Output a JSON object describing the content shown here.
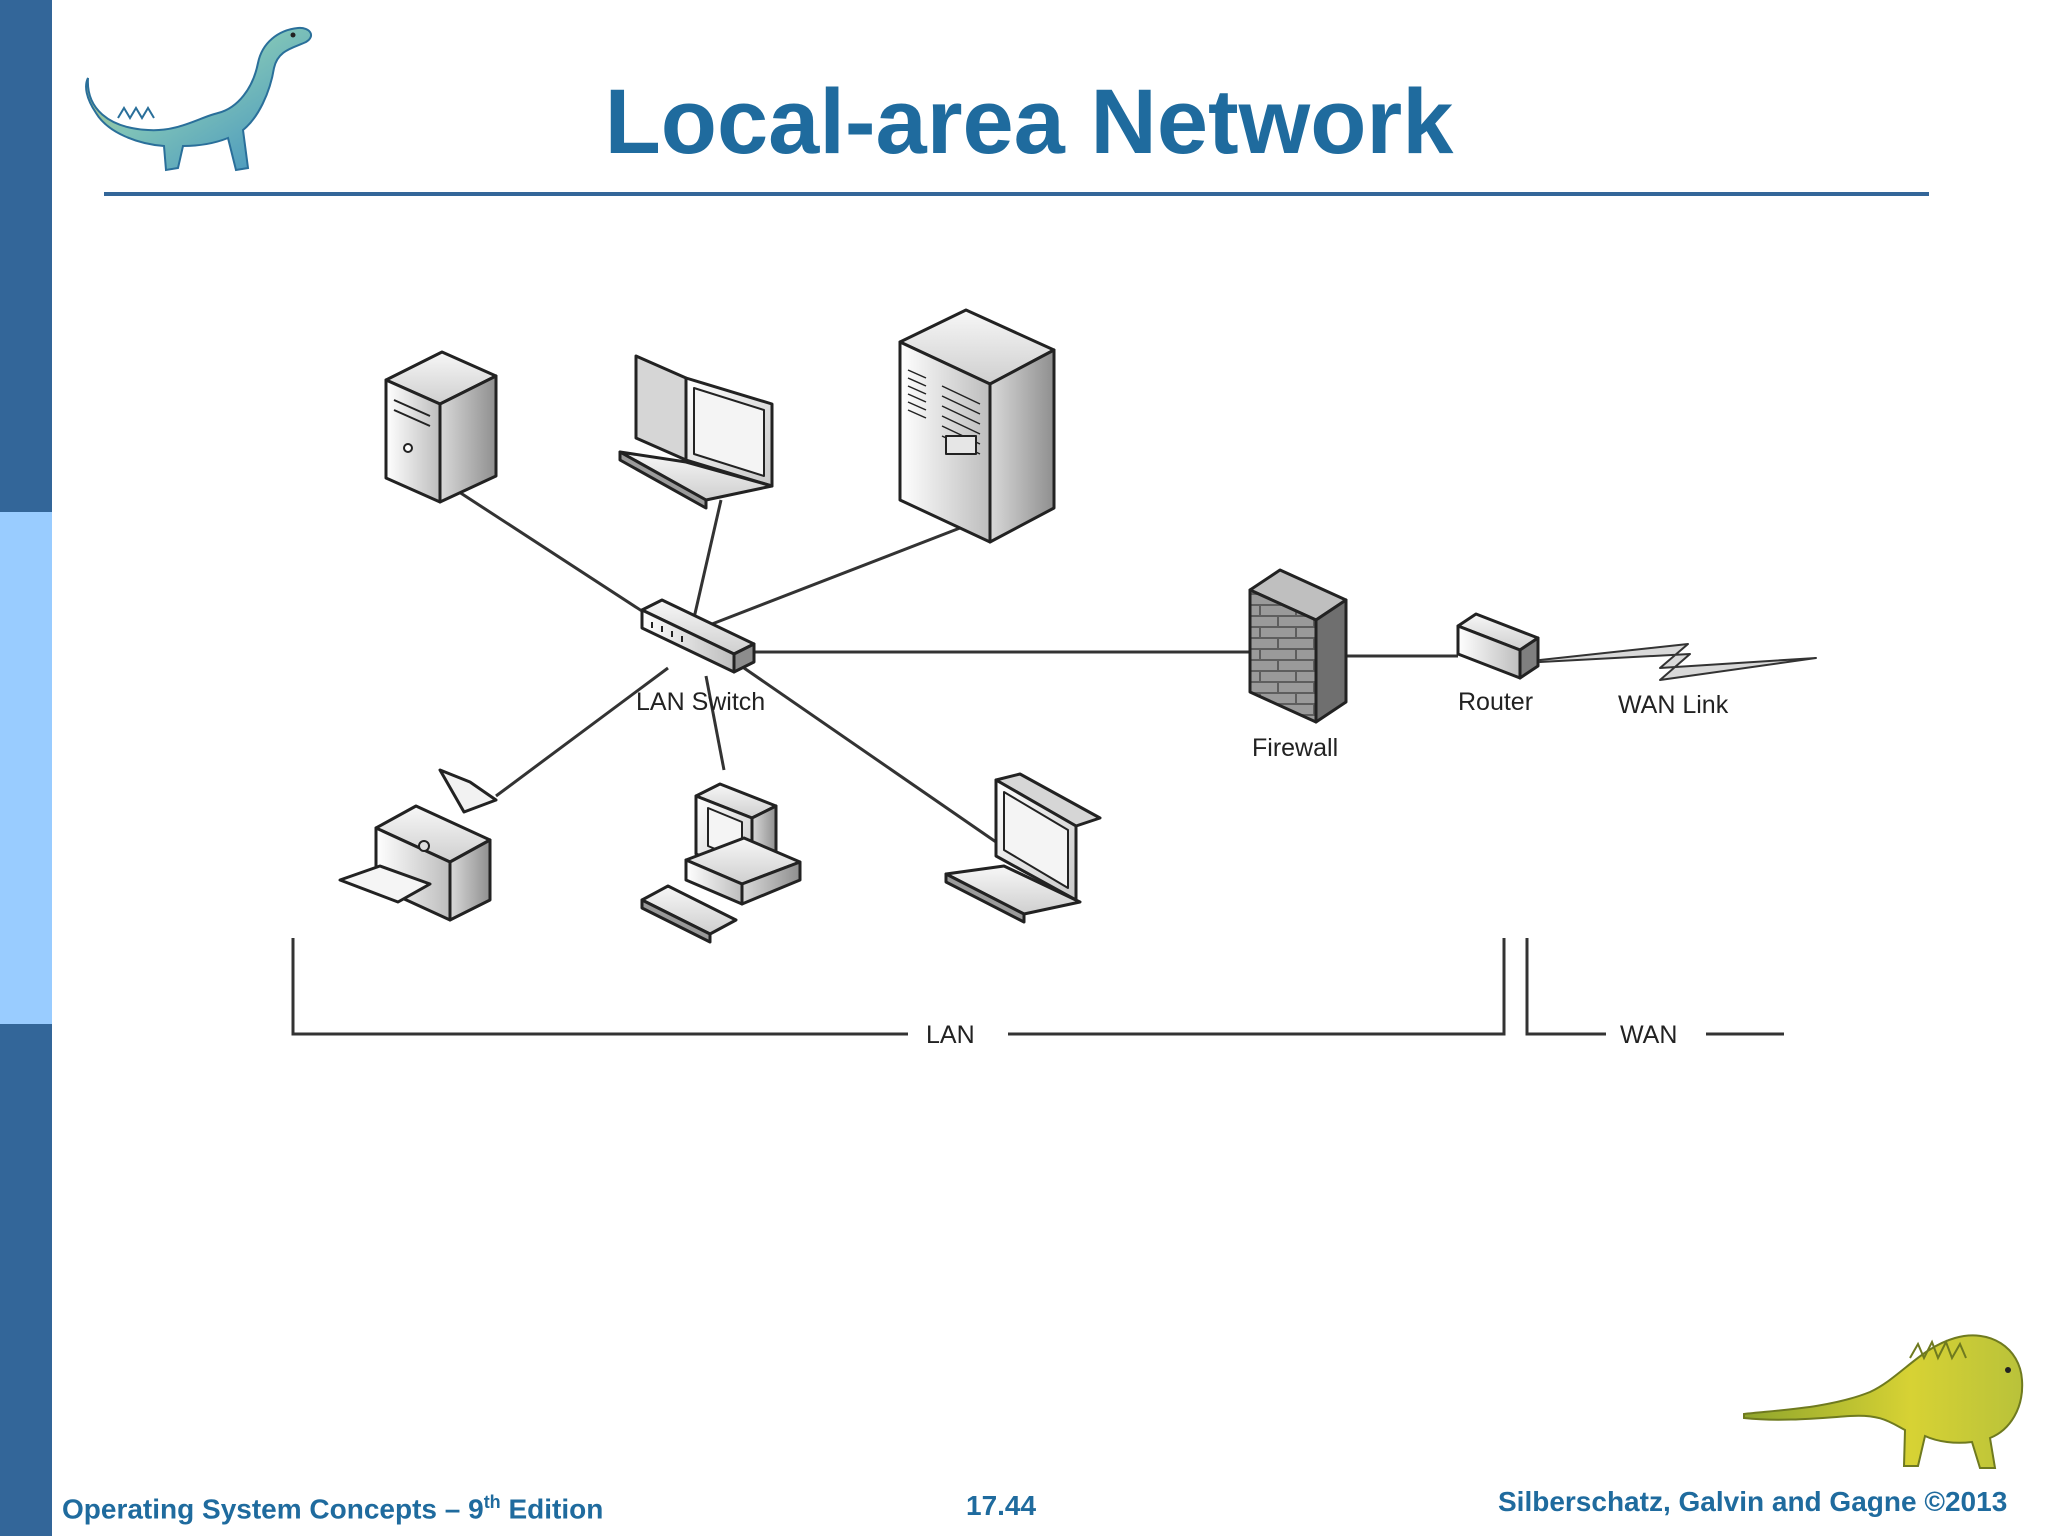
{
  "slide": {
    "title": "Local-area Network",
    "colors": {
      "title": "#1f6b9e",
      "sidebar_dark": "#336699",
      "sidebar_light": "#99ccff",
      "rule": "#336699"
    }
  },
  "diagram": {
    "nodes": [
      {
        "id": "desktop-tower",
        "label": ""
      },
      {
        "id": "laptop-top",
        "label": ""
      },
      {
        "id": "server-cabinet",
        "label": ""
      },
      {
        "id": "lan-switch",
        "label": "LAN Switch"
      },
      {
        "id": "printer",
        "label": ""
      },
      {
        "id": "workstation",
        "label": ""
      },
      {
        "id": "laptop-bottom",
        "label": ""
      },
      {
        "id": "firewall",
        "label": "Firewall"
      },
      {
        "id": "router",
        "label": "Router"
      }
    ],
    "wan_link_label": "WAN Link",
    "lan_bracket_label": "LAN",
    "wan_bracket_label": "WAN"
  },
  "footer": {
    "left_main": "Operating System Concepts – 9",
    "left_sup": "th",
    "left_suffix": " Edition",
    "center": "17.44",
    "right": "Silberschatz, Galvin and Gagne ©2013"
  }
}
